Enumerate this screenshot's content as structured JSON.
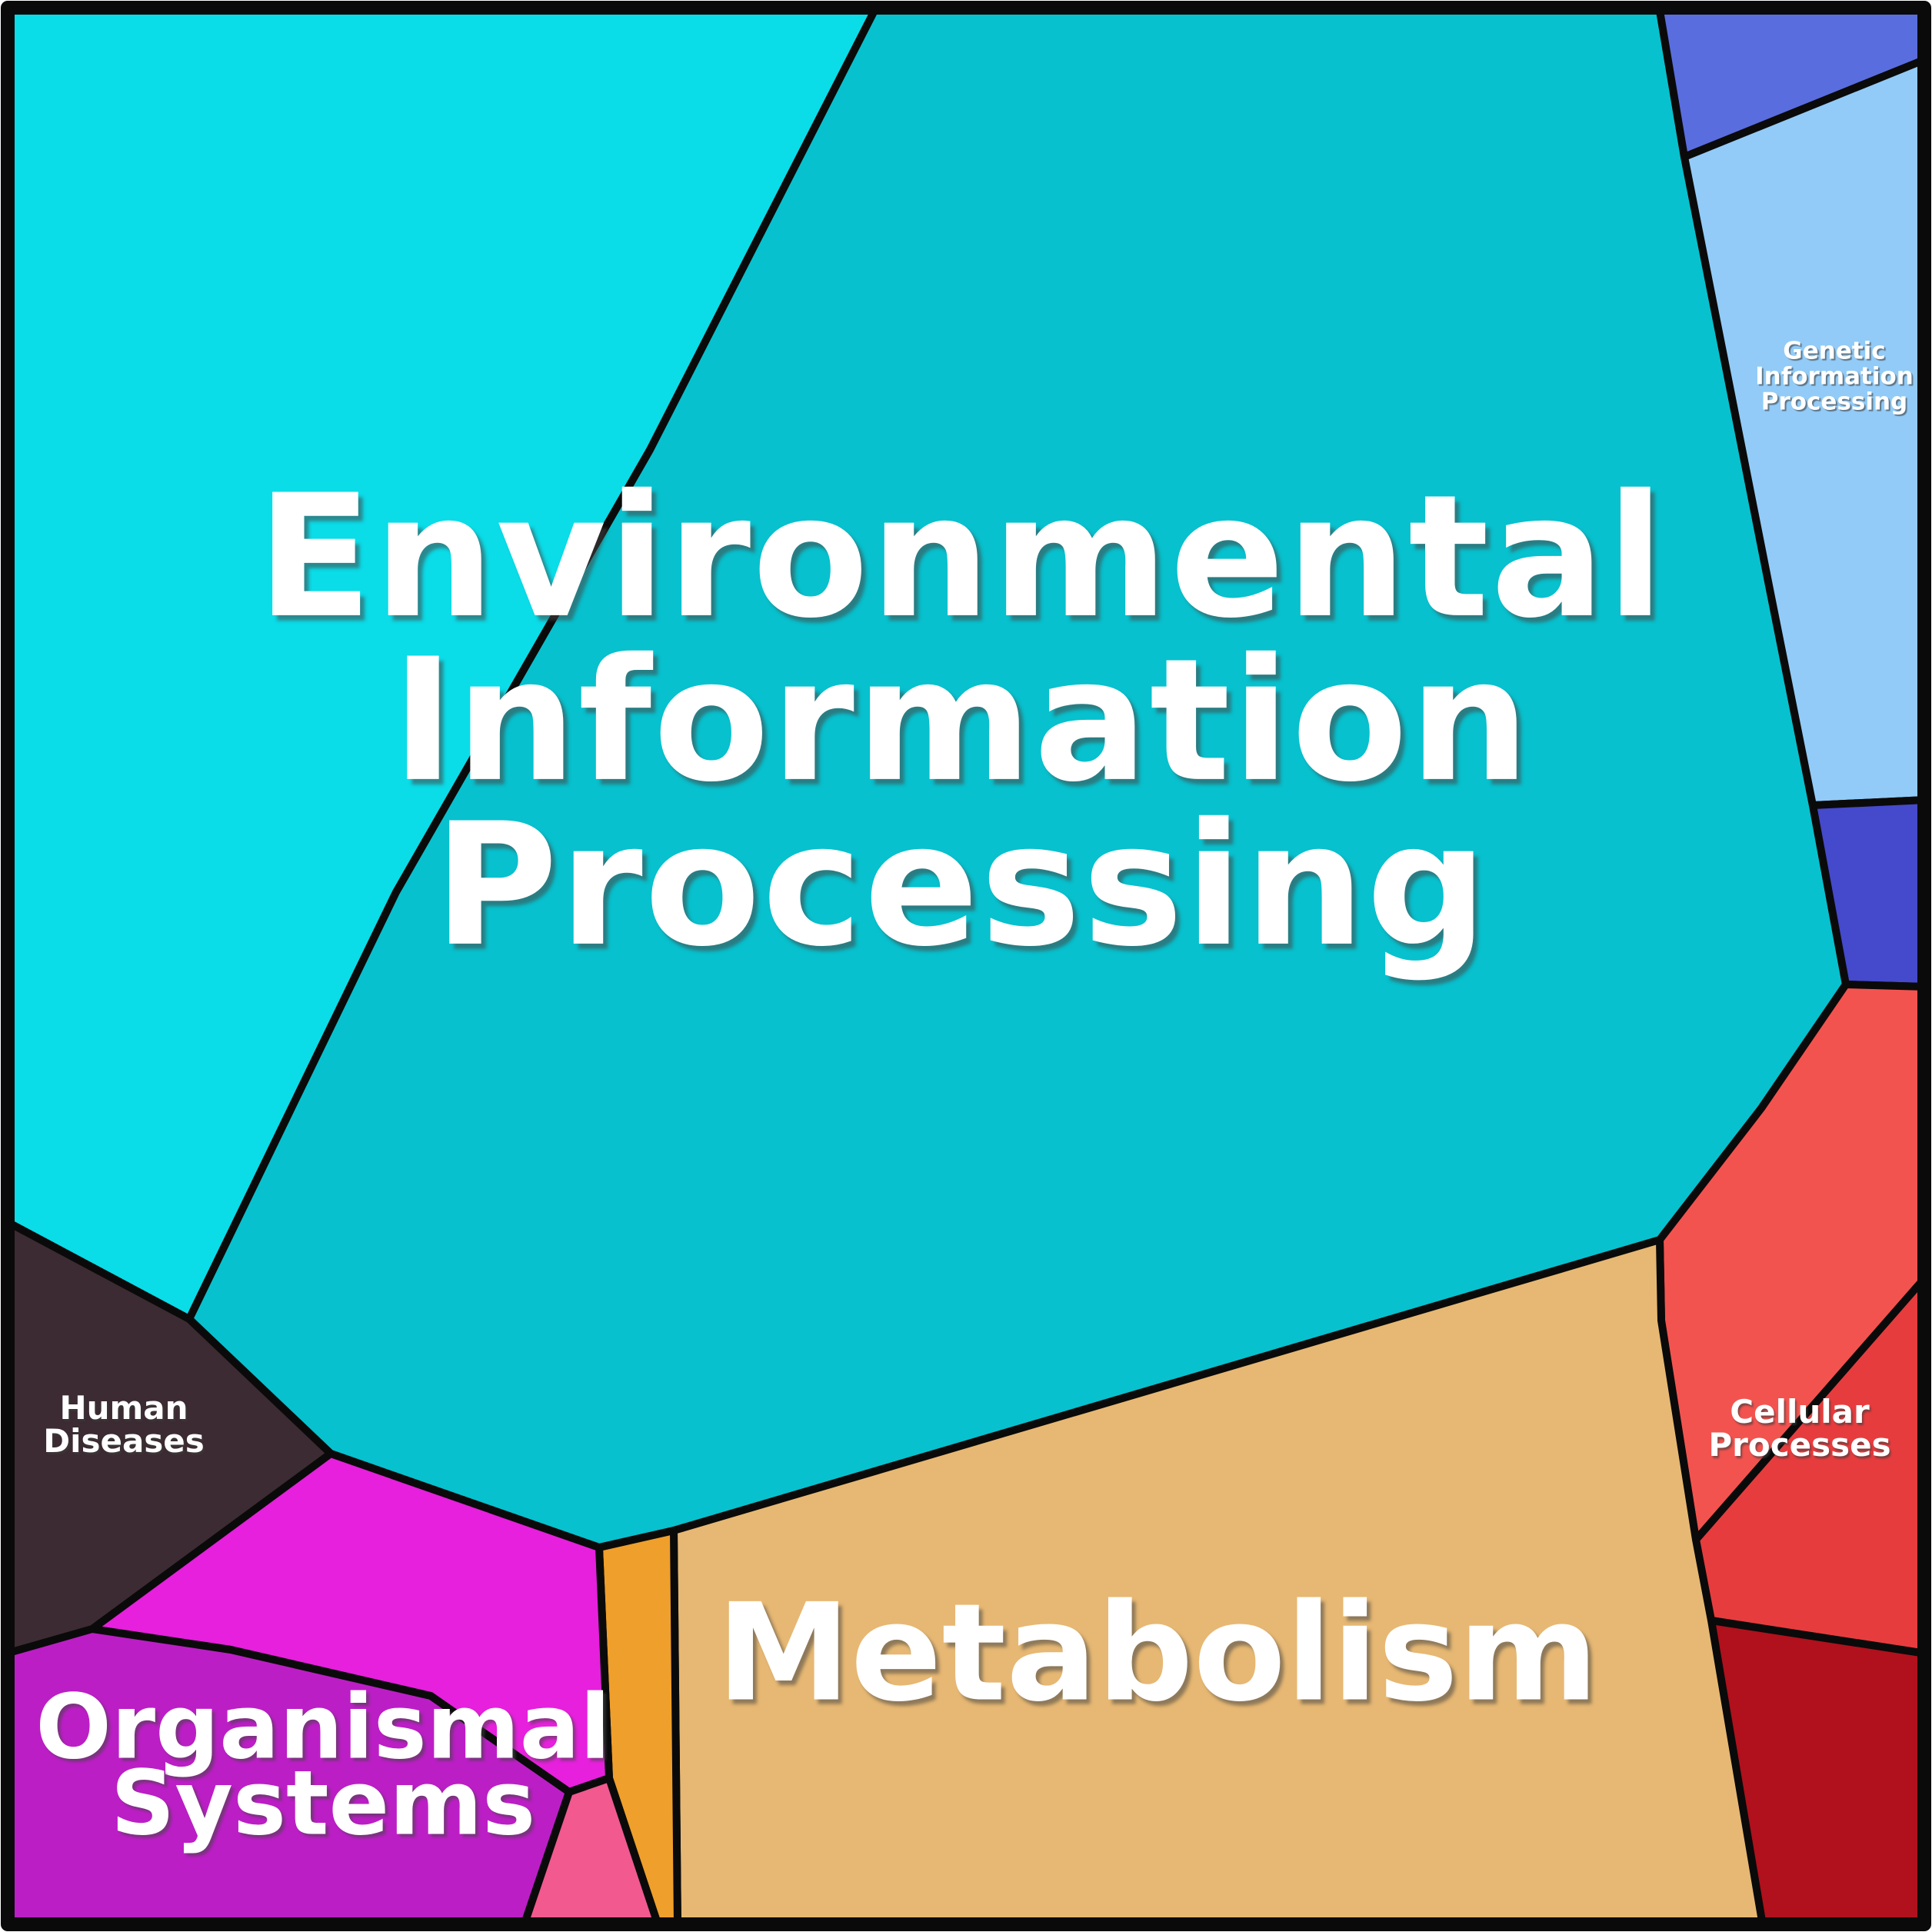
{
  "figure": {
    "background": "#ffffff",
    "border_color": "#0a0a0a"
  },
  "regions": {
    "eip_light": {
      "color": "#0ADCE8"
    },
    "eip": {
      "color": "#07C1CE",
      "label": "Environmental\nInformation\nProcessing"
    },
    "gip_top": {
      "color": "#5A6DDE"
    },
    "gip": {
      "color": "#92CBF7",
      "label": "Genetic\nInformation\nProcessing"
    },
    "gip_bottom": {
      "color": "#4549CB"
    },
    "cellular": {
      "color": "#F3534F",
      "label": "Cellular\nProcesses"
    },
    "cellular_mid": {
      "color": "#E73C3E"
    },
    "cellular_dark": {
      "color": "#B0111C"
    },
    "metabolism": {
      "color": "#E7B873",
      "label": "Metabolism"
    },
    "metabolism_strip": {
      "color": "#EF9F2B"
    },
    "human_diseases": {
      "color": "#3C2B32",
      "label": "Human\nDiseases"
    },
    "organismal_bright": {
      "color": "#E620DC"
    },
    "organismal": {
      "color": "#BC1EC6",
      "label": "Organismal\nSystems"
    },
    "organismal_pink": {
      "color": "#F1598F"
    }
  },
  "chart_data": {
    "type": "treemap",
    "subtype": "voronoi-treemap",
    "legend_position": "none",
    "grid": false,
    "categories": [
      "Environmental Information Processing",
      "Genetic Information Processing",
      "Cellular Processes",
      "Metabolism",
      "Human Diseases",
      "Organismal Systems"
    ],
    "series": [
      {
        "name": "Environmental Information Processing",
        "area_pct": 46,
        "cells": [
          {
            "color": "#0ADCE8",
            "area_pct": 13
          },
          {
            "color": "#07C1CE",
            "area_pct": 33
          }
        ]
      },
      {
        "name": "Genetic Information Processing",
        "area_pct": 7,
        "cells": [
          {
            "color": "#5A6DDE",
            "area_pct": 1
          },
          {
            "color": "#92CBF7",
            "area_pct": 5
          },
          {
            "color": "#4549CB",
            "area_pct": 1
          }
        ]
      },
      {
        "name": "Cellular Processes",
        "area_pct": 11,
        "cells": [
          {
            "color": "#F3534F",
            "area_pct": 5
          },
          {
            "color": "#E73C3E",
            "area_pct": 3
          },
          {
            "color": "#B0111C",
            "area_pct": 3
          }
        ]
      },
      {
        "name": "Metabolism",
        "area_pct": 19,
        "cells": [
          {
            "color": "#E7B873",
            "area_pct": 17.5
          },
          {
            "color": "#EF9F2B",
            "area_pct": 1.5
          }
        ]
      },
      {
        "name": "Human Diseases",
        "area_pct": 4,
        "cells": [
          {
            "color": "#3C2B32",
            "area_pct": 4
          }
        ]
      },
      {
        "name": "Organismal Systems",
        "area_pct": 13,
        "cells": [
          {
            "color": "#E620DC",
            "area_pct": 5
          },
          {
            "color": "#BC1EC6",
            "area_pct": 6.5
          },
          {
            "color": "#F1598F",
            "area_pct": 1.5
          }
        ]
      }
    ]
  }
}
